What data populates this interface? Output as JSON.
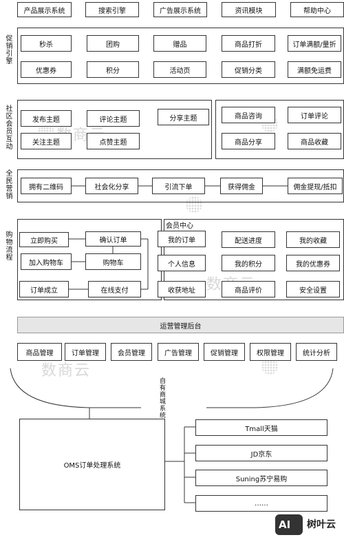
{
  "top_nav": [
    "产品展示系统",
    "搜索引擎",
    "广告展示系统",
    "资讯模块",
    "帮助中心"
  ],
  "promo": {
    "label": "促销引擎",
    "items": [
      "秒杀",
      "团购",
      "赠品",
      "商品打折",
      "订单满额/量折",
      "优惠券",
      "积分",
      "活动页",
      "促销分类",
      "满额免运费"
    ]
  },
  "community": {
    "label": "社区会员互动",
    "left_items": [
      "发布主题",
      "评论主题",
      "分享主题",
      "关注主题",
      "点赞主题"
    ],
    "right_items": [
      "商品咨询",
      "订单评论",
      "商品分享",
      "商品收藏"
    ]
  },
  "marketing": {
    "label": "全民营销",
    "steps": [
      "拥有二维码",
      "社会化分享",
      "引流下单",
      "获得佣金",
      "佣金提现/抵扣"
    ]
  },
  "purchase": {
    "label": "购物流程",
    "items": [
      "立即购买",
      "确认订单",
      "加入购物车",
      "购物车",
      "订单成立",
      "在线支付"
    ]
  },
  "member": {
    "title": "会员中心",
    "items": [
      "我的订单",
      "配送进度",
      "我的收藏",
      "个人信息",
      "我的积分",
      "我的优惠券",
      "收获地址",
      "商品评价",
      "安全设置"
    ]
  },
  "backend": {
    "title": "运营管理后台",
    "modules": [
      "商品管理",
      "订单管理",
      "会员管理",
      "广告管理",
      "促销管理",
      "权限管理",
      "统计分析"
    ]
  },
  "skstore_label": "自有商城系统Skstore",
  "oms": {
    "title": "OMS订单处理系统",
    "channels": [
      "Tmall天猫",
      "JD京东",
      "Suning苏宁易购",
      "……"
    ]
  },
  "watermark": "数商云",
  "brand": {
    "logo": "AI",
    "name": "树叶云"
  }
}
